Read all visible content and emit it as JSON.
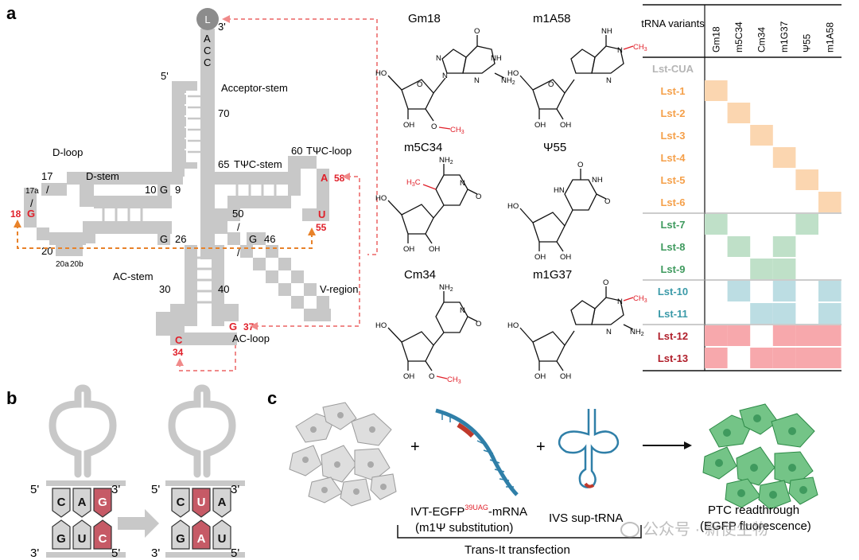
{
  "panels": {
    "a": "a",
    "b": "b",
    "c": "c"
  },
  "trna_structure": {
    "terminal_ball": "L",
    "three_prime": "3'",
    "five_prime": "5'",
    "acc": [
      "A",
      "C",
      "C"
    ],
    "acceptor_stem": "Acceptor-stem",
    "d_loop": "D-loop",
    "d_stem": "D-stem",
    "twc_stem": "TΨC-stem",
    "twc_loop": "TΨC-loop",
    "ac_stem": "AC-stem",
    "ac_loop": "AC-loop",
    "v_region": "V-region",
    "numbers": {
      "n70": "70",
      "n65": "65",
      "n60": "60",
      "n17": "17",
      "n17a": "17a",
      "n10": "10",
      "n9": "9",
      "n20": "20",
      "n20a": "20a",
      "n20b": "20b",
      "n26": "26",
      "n50": "50",
      "n46": "46",
      "n30": "30",
      "n40": "40",
      "slash": "/"
    },
    "boxed_g9": "G",
    "boxed_g26": "G",
    "boxed_g46": "G",
    "mod_18": {
      "num": "18",
      "base": "G"
    },
    "mod_58": {
      "num": "58",
      "base": "A"
    },
    "mod_55": {
      "num": "55",
      "base": "U"
    },
    "mod_37": {
      "num": "37",
      "base": "G"
    },
    "mod_34": {
      "num": "34",
      "base": "C"
    }
  },
  "structures": [
    {
      "name": "Gm18"
    },
    {
      "name": "m1A58"
    },
    {
      "name": "m5C34"
    },
    {
      "name": "Ψ55"
    },
    {
      "name": "Cm34"
    },
    {
      "name": "m1G37"
    }
  ],
  "atoms": {
    "HO": "HO",
    "OH": "OH",
    "O": "O",
    "N": "N",
    "NH": "NH",
    "NH2": "NH",
    "CH3": "CH",
    "H3C": "H",
    "HN": "HN",
    "sub2": "2",
    "sub3": "3",
    "C": "C"
  },
  "table": {
    "header": "tRNA variants",
    "columns": [
      "Gm18",
      "m5C34",
      "Cm34",
      "m1G37",
      "Ψ55",
      "m1A58"
    ],
    "rows": [
      {
        "name": "Lst-CUA",
        "color": "#b5b5b5",
        "cells": [
          0,
          0,
          0,
          0,
          0,
          0
        ]
      },
      {
        "name": "Lst-1",
        "color": "#f5a04a",
        "cells": [
          1,
          0,
          0,
          0,
          0,
          0
        ]
      },
      {
        "name": "Lst-2",
        "color": "#f5a04a",
        "cells": [
          0,
          1,
          0,
          0,
          0,
          0
        ]
      },
      {
        "name": "Lst-3",
        "color": "#f5a04a",
        "cells": [
          0,
          0,
          1,
          0,
          0,
          0
        ]
      },
      {
        "name": "Lst-4",
        "color": "#f5a04a",
        "cells": [
          0,
          0,
          0,
          1,
          0,
          0
        ]
      },
      {
        "name": "Lst-5",
        "color": "#f5a04a",
        "cells": [
          0,
          0,
          0,
          0,
          1,
          0
        ]
      },
      {
        "name": "Lst-6",
        "color": "#f5a04a",
        "cells": [
          0,
          0,
          0,
          0,
          0,
          1
        ]
      },
      {
        "name": "Lst-7",
        "color": "#3f9a5e",
        "cells": [
          1,
          0,
          0,
          0,
          1,
          0
        ]
      },
      {
        "name": "Lst-8",
        "color": "#3f9a5e",
        "cells": [
          0,
          1,
          0,
          1,
          0,
          0
        ]
      },
      {
        "name": "Lst-9",
        "color": "#3f9a5e",
        "cells": [
          0,
          0,
          1,
          1,
          0,
          0
        ]
      },
      {
        "name": "Lst-10",
        "color": "#3a9aa8",
        "cells": [
          0,
          1,
          0,
          1,
          0,
          1
        ]
      },
      {
        "name": "Lst-11",
        "color": "#3a9aa8",
        "cells": [
          0,
          0,
          1,
          1,
          0,
          1
        ]
      },
      {
        "name": "Lst-12",
        "color": "#b01e2a",
        "cells": [
          1,
          1,
          0,
          1,
          1,
          1
        ]
      },
      {
        "name": "Lst-13",
        "color": "#b01e2a",
        "cells": [
          1,
          0,
          1,
          1,
          1,
          1
        ]
      }
    ],
    "fill_colors": {
      "#f5a04a": "#fbd6b0",
      "#3f9a5e": "#bfe0c8",
      "#3a9aa8": "#bcdde3",
      "#b01e2a": "#f7a8ac"
    }
  },
  "panel_b": {
    "five": "5'",
    "three": "3'",
    "left_top": [
      "C",
      "A",
      "G"
    ],
    "left_bottom": [
      "G",
      "U",
      "C"
    ],
    "right_top": [
      "C",
      "U",
      "A"
    ],
    "right_bottom": [
      "G",
      "A",
      "U"
    ]
  },
  "panel_c": {
    "plus": "+",
    "mrna_label": "IVT-EGFP",
    "mrna_sup": "39UAG",
    "mrna_suffix": "-mRNA",
    "mrna_sub": "(m1Ψ substitution)",
    "sup_trna": "IVS sup-tRNA",
    "transfection": "Trans-It transfection",
    "readthrough": "PTC readthrough",
    "readthrough_sub": "(EGFP fluorescence)"
  },
  "watermark": {
    "text": "公众号 · 新使生物"
  }
}
